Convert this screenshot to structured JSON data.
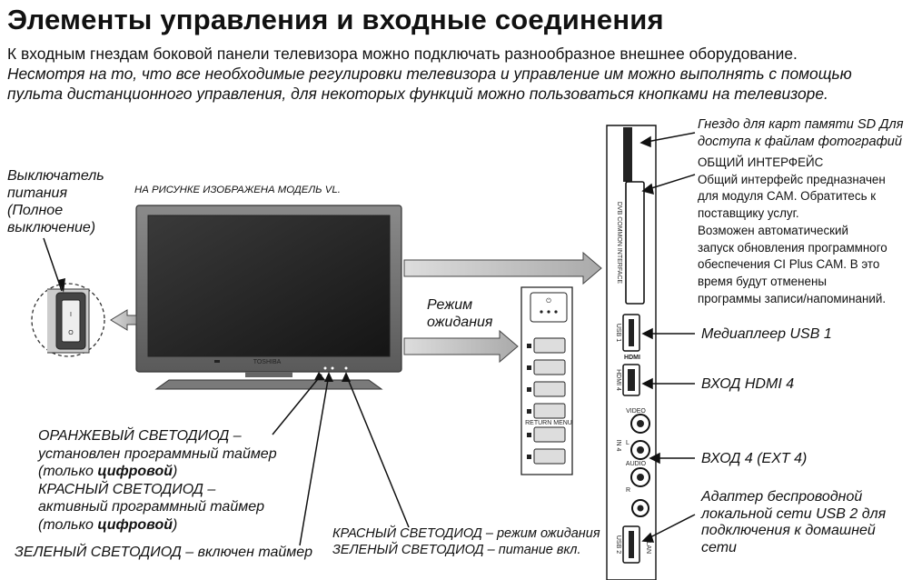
{
  "page": {
    "title": "Элементы управления и входные соединения",
    "intro_line1": "К входным гнездам боковой панели телевизора можно подключать разнообразное внешнее оборудование.",
    "intro_line2": "Несмотря на то, что все необходимые регулировки телевизора и управление им можно выполнять с помощью",
    "intro_line3": "пульта дистанционного управления, для некоторых функций можно пользоваться кнопками на телевизоре",
    "intro_line3_end": "."
  },
  "labels": {
    "power_switch": [
      "Выключатель",
      "питания",
      "(Полное",
      "выключение)"
    ],
    "model_note": "НА РИСУНКЕ ИЗОБРАЖЕНА МОДЕЛЬ VL.",
    "standby": [
      "Режим",
      "ожидания"
    ],
    "orange_led_1": "ОРАНЖЕВЫЙ СВЕТОДИОД –",
    "orange_led_2": "установлен программный таймер",
    "orange_led_3_pre": "(только ",
    "orange_led_3_bold": "цифровой",
    "orange_led_3_post": ")",
    "red_led_1": "КРАСНЫЙ СВЕТОДИОД –",
    "red_led_2": "активный программный таймер",
    "red_led_3_pre": "(только ",
    "red_led_3_bold": "цифровой",
    "red_led_3_post": ")",
    "green_led": "ЗЕЛЕНЫЙ СВЕТОДИОД – включен таймер",
    "red_standby": "КРАСНЫЙ СВЕТОДИОД – режим ожидания",
    "green_power": "ЗЕЛЕНЫЙ СВЕТОДИОД – питание вкл."
  },
  "right_labels": {
    "sd_1": "Гнездо для карт памяти SD Для",
    "sd_2": "доступа к файлам фотографий",
    "ci_title": "ОБЩИЙ ИНТЕРФЕЙС",
    "ci_lines": [
      "Общий интерфейс предназначен",
      "для модуля CAM. Обратитесь к",
      "поставщику услуг.",
      "Возможен автоматический",
      "запуск обновления программного",
      "обеспечения CI Plus CAM. В это",
      "время будут отменены",
      "программы записи/напоминаний."
    ],
    "usb1": "Медиаплеер USB 1",
    "hdmi4": "ВХОД HDMI 4",
    "ext4": "ВХОД 4 (EXT 4)",
    "usb2": [
      "Адаптер беспроводной",
      "локальной сети USB 2 для",
      "подключения к домашней",
      "сети"
    ]
  },
  "panel_text": {
    "dvb": "DVB COMMON INTERFACE",
    "usb1_port": "USB 1",
    "hdmi": "HDMI",
    "hdmi4_port": "HDMI 4",
    "video": "VIDEO",
    "audio": "AUDIO",
    "l": "L",
    "r": "R",
    "in4": "IN 4",
    "usb2_port": "USB 2",
    "wlan": "WLAN",
    "tv_brand": "TOSHIBA",
    "return_menu": "RETURN MENU"
  }
}
